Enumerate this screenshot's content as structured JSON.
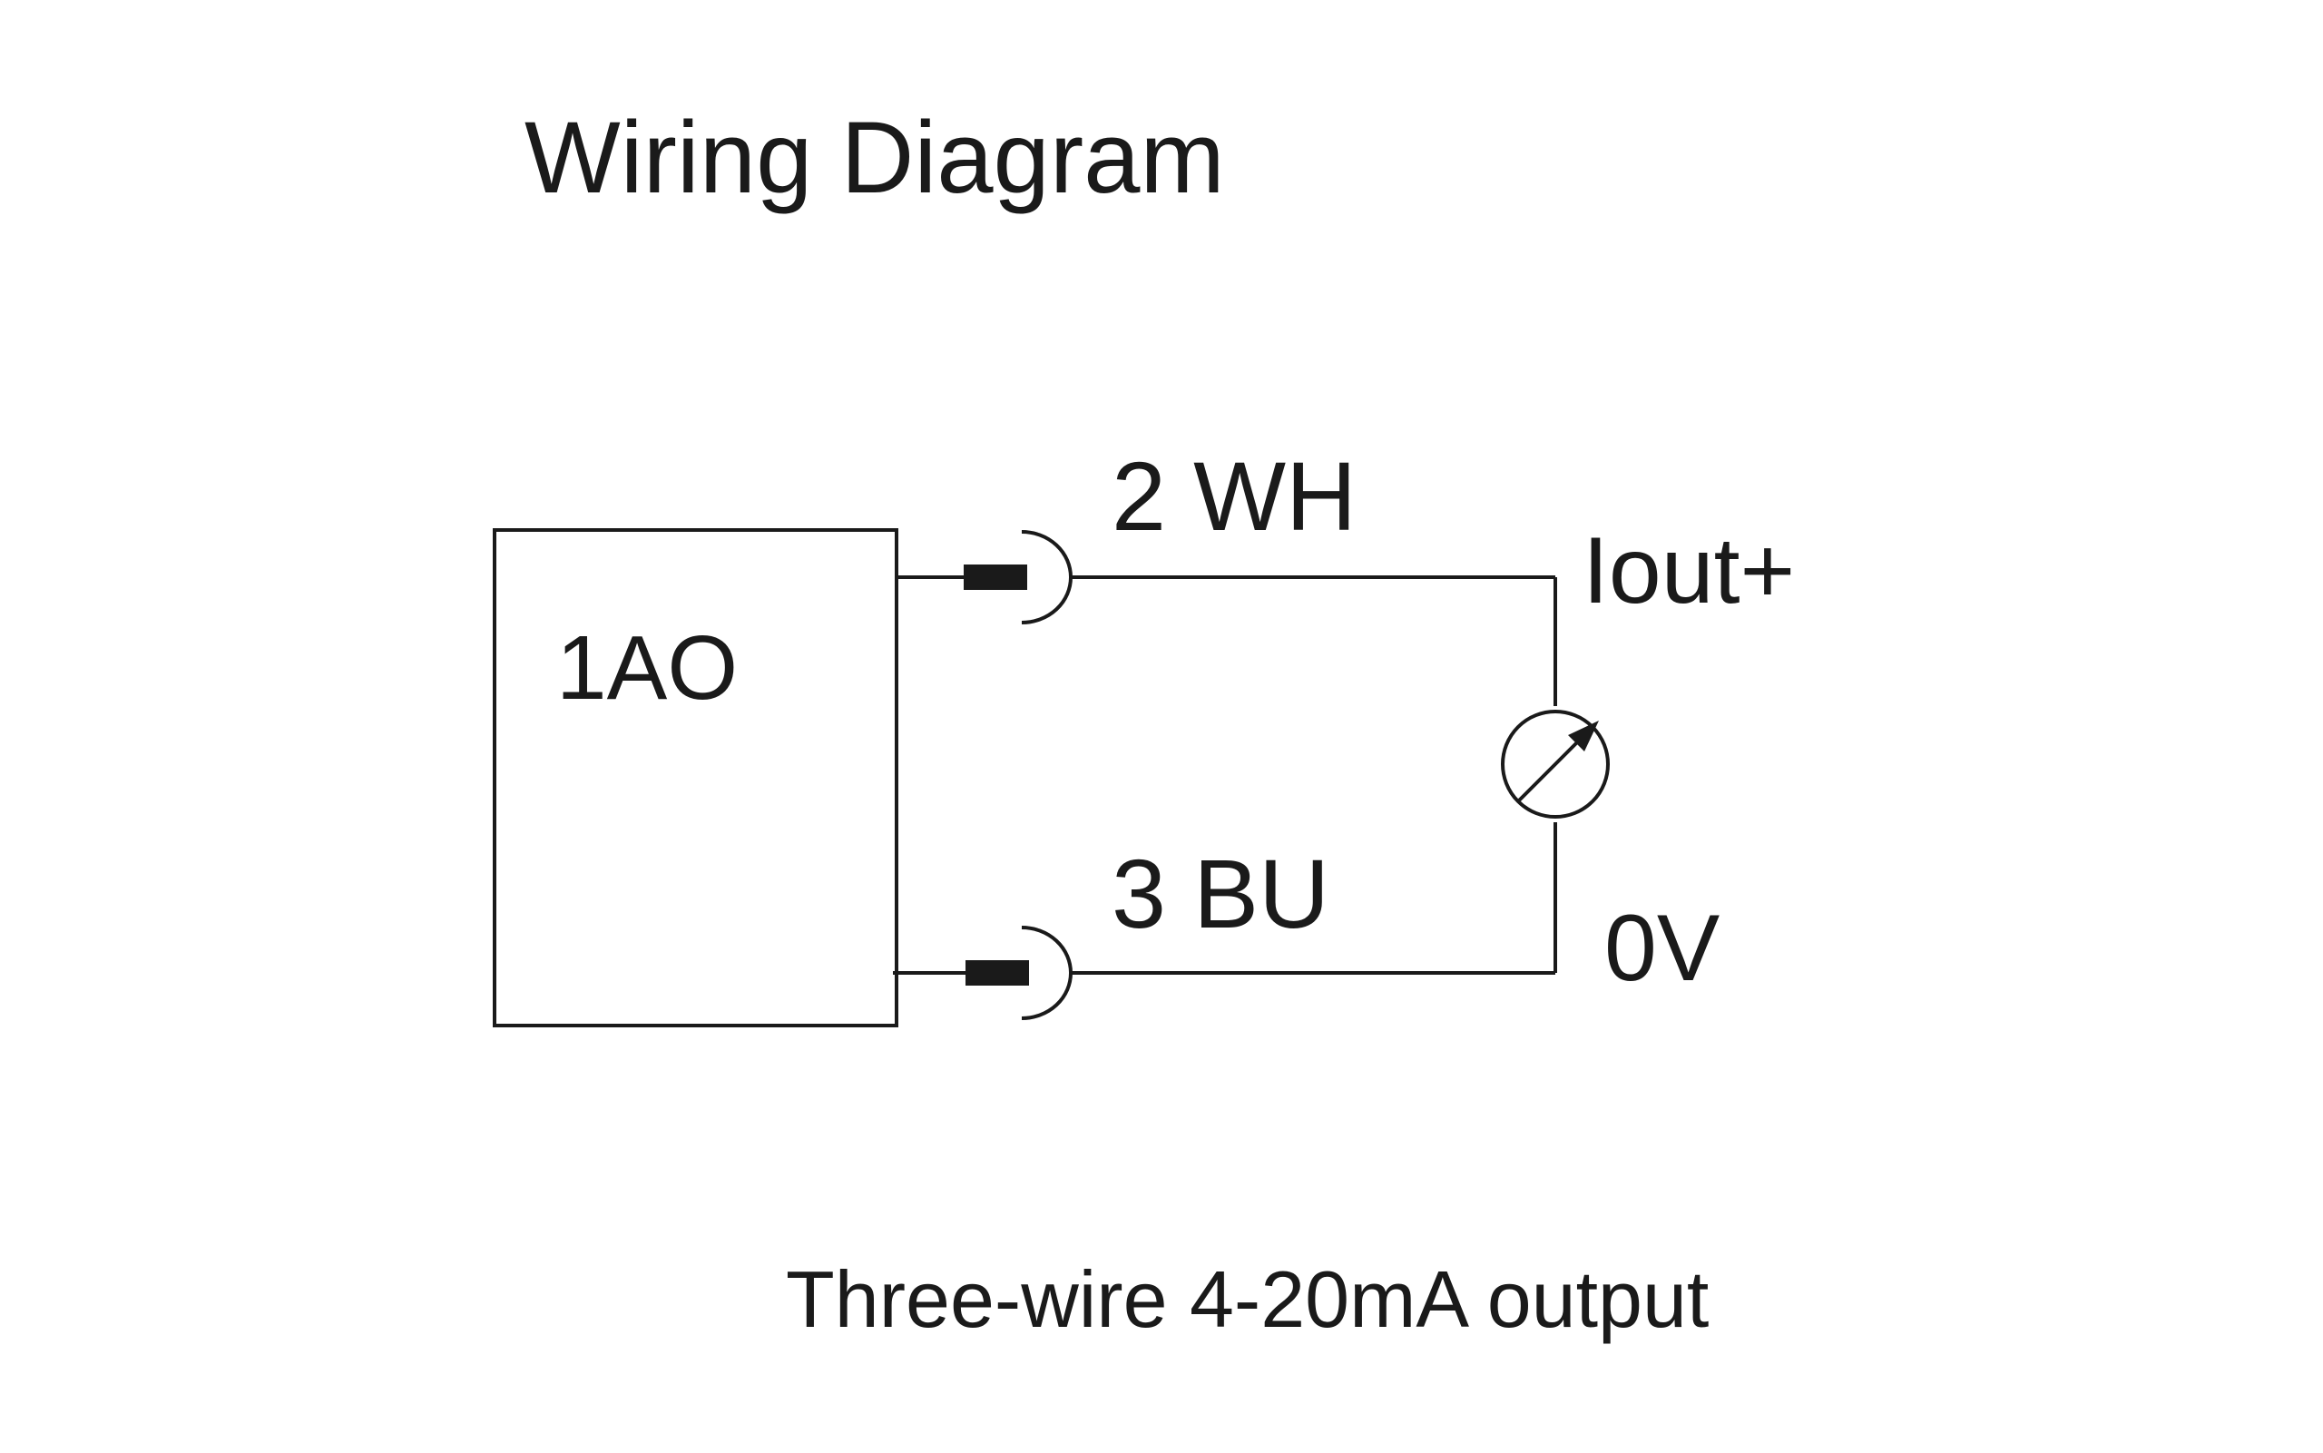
{
  "title": "Wiring Diagram",
  "device": {
    "label": "1AO"
  },
  "wires": [
    {
      "pin_label": "2 WH",
      "terminal_label": "Iout+"
    },
    {
      "pin_label": "3 BU",
      "terminal_label": "0V"
    }
  ],
  "load": {
    "icon": "ammeter-icon"
  },
  "caption": "Three-wire 4-20mA output",
  "colors": {
    "ink": "#1a1a1a",
    "background": "#ffffff"
  }
}
